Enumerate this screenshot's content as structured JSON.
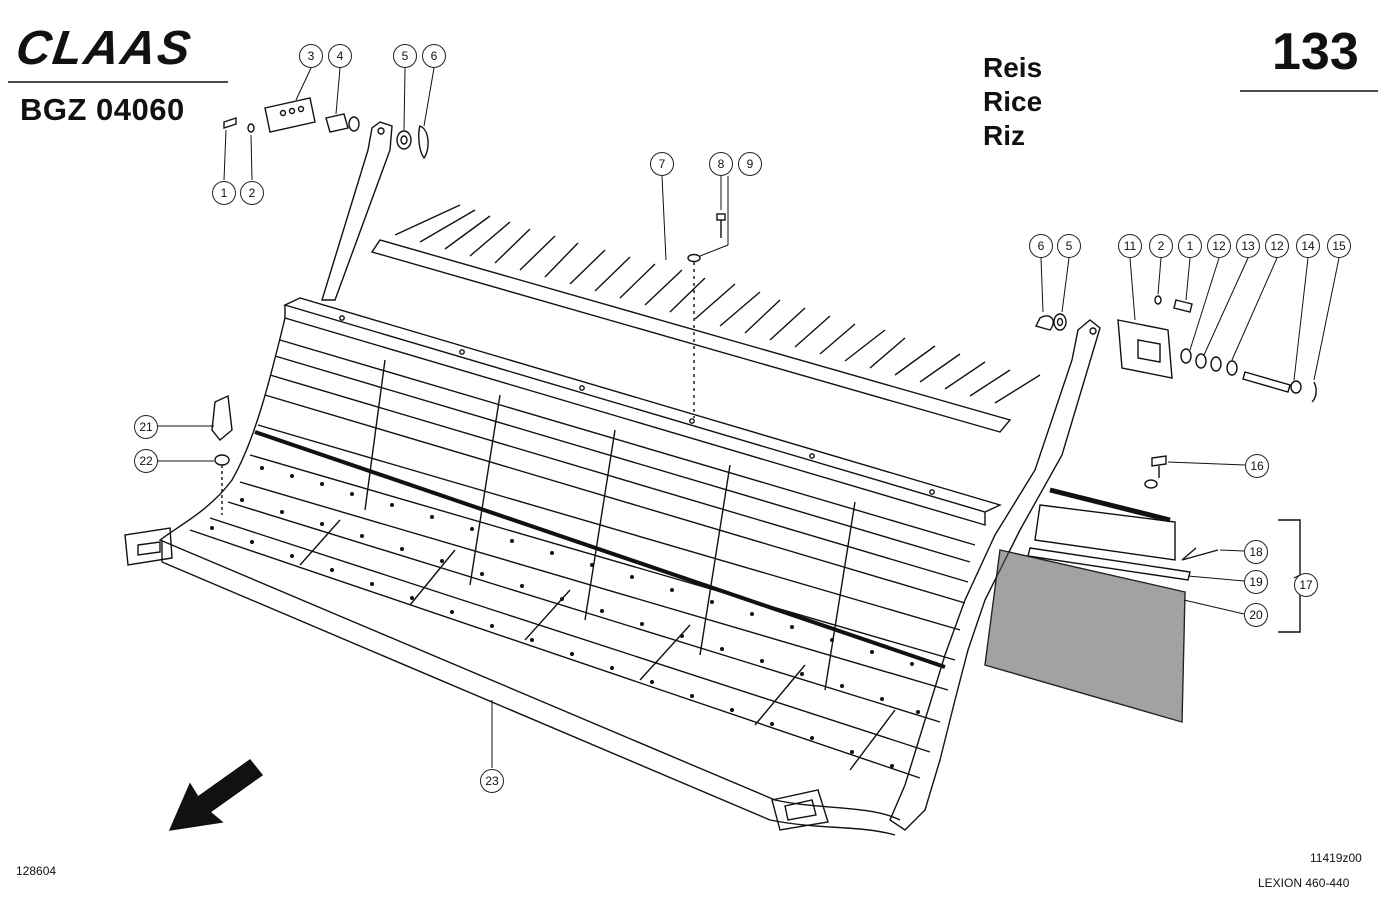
{
  "brand": {
    "logo_text": "CLAAS"
  },
  "doc": {
    "group_code": "BGZ 04060",
    "page_number": "133",
    "languages": [
      "Reis",
      "Rice",
      "Riz"
    ],
    "image_ref": "128604",
    "drawing_ref": "11419z00",
    "model": "LEXION 460-440"
  },
  "callouts": [
    {
      "n": "3"
    },
    {
      "n": "4"
    },
    {
      "n": "5"
    },
    {
      "n": "6"
    },
    {
      "n": "1"
    },
    {
      "n": "2"
    },
    {
      "n": "7"
    },
    {
      "n": "8"
    },
    {
      "n": "9"
    },
    {
      "n": "6"
    },
    {
      "n": "5"
    },
    {
      "n": "11"
    },
    {
      "n": "2"
    },
    {
      "n": "1"
    },
    {
      "n": "12"
    },
    {
      "n": "13"
    },
    {
      "n": "12"
    },
    {
      "n": "14"
    },
    {
      "n": "15"
    },
    {
      "n": "21"
    },
    {
      "n": "22"
    },
    {
      "n": "16"
    },
    {
      "n": "18"
    },
    {
      "n": "19"
    },
    {
      "n": "20"
    },
    {
      "n": "17"
    },
    {
      "n": "23"
    }
  ],
  "colors": {
    "ink": "#111111",
    "paper": "#ffffff",
    "fill": "#555555"
  }
}
